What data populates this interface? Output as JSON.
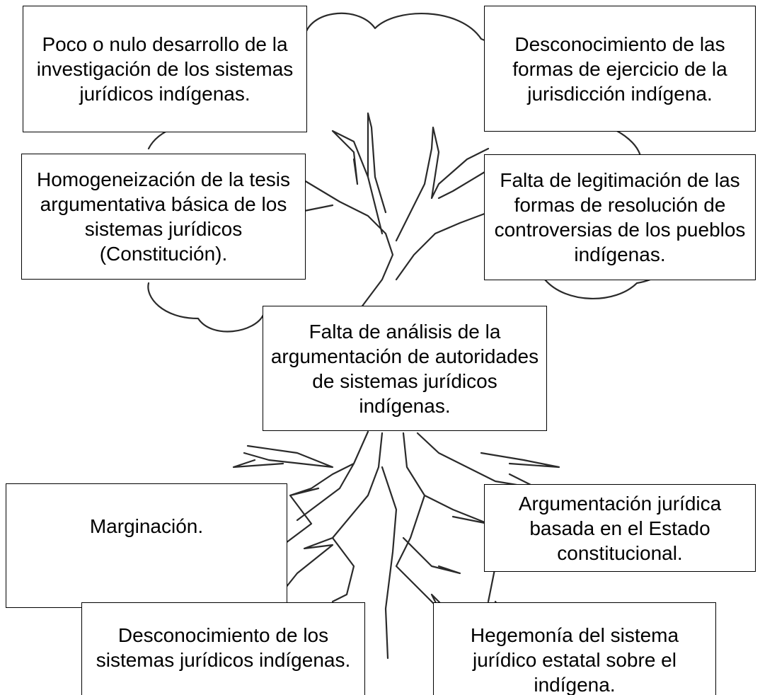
{
  "problem_tree": {
    "effects": {
      "top_left": "Poco o nulo desarrollo de la investigación de los sistemas jurídicos indígenas.",
      "top_right": "Desconocimiento de las formas de ejercicio de la jurisdicción indígena.",
      "mid_left": "Homogeneización de la tesis argumentativa básica de los sistemas jurídicos (Constitución).",
      "mid_right": "Falta de legitimación de las formas de resolución de controversias de los pueblos indígenas."
    },
    "central_problem": "Falta de análisis de la argumentación de autoridades de sistemas jurídicos indígenas.",
    "causes": {
      "root_left": "Marginación.",
      "root_right": "Argumentación jurídica basada en el Estado constitucional.",
      "bottom_left": "Desconocimiento de los sistemas jurídicos indígenas.",
      "bottom_right": "Hegemonía del sistema jurídico estatal sobre el indígena."
    }
  }
}
